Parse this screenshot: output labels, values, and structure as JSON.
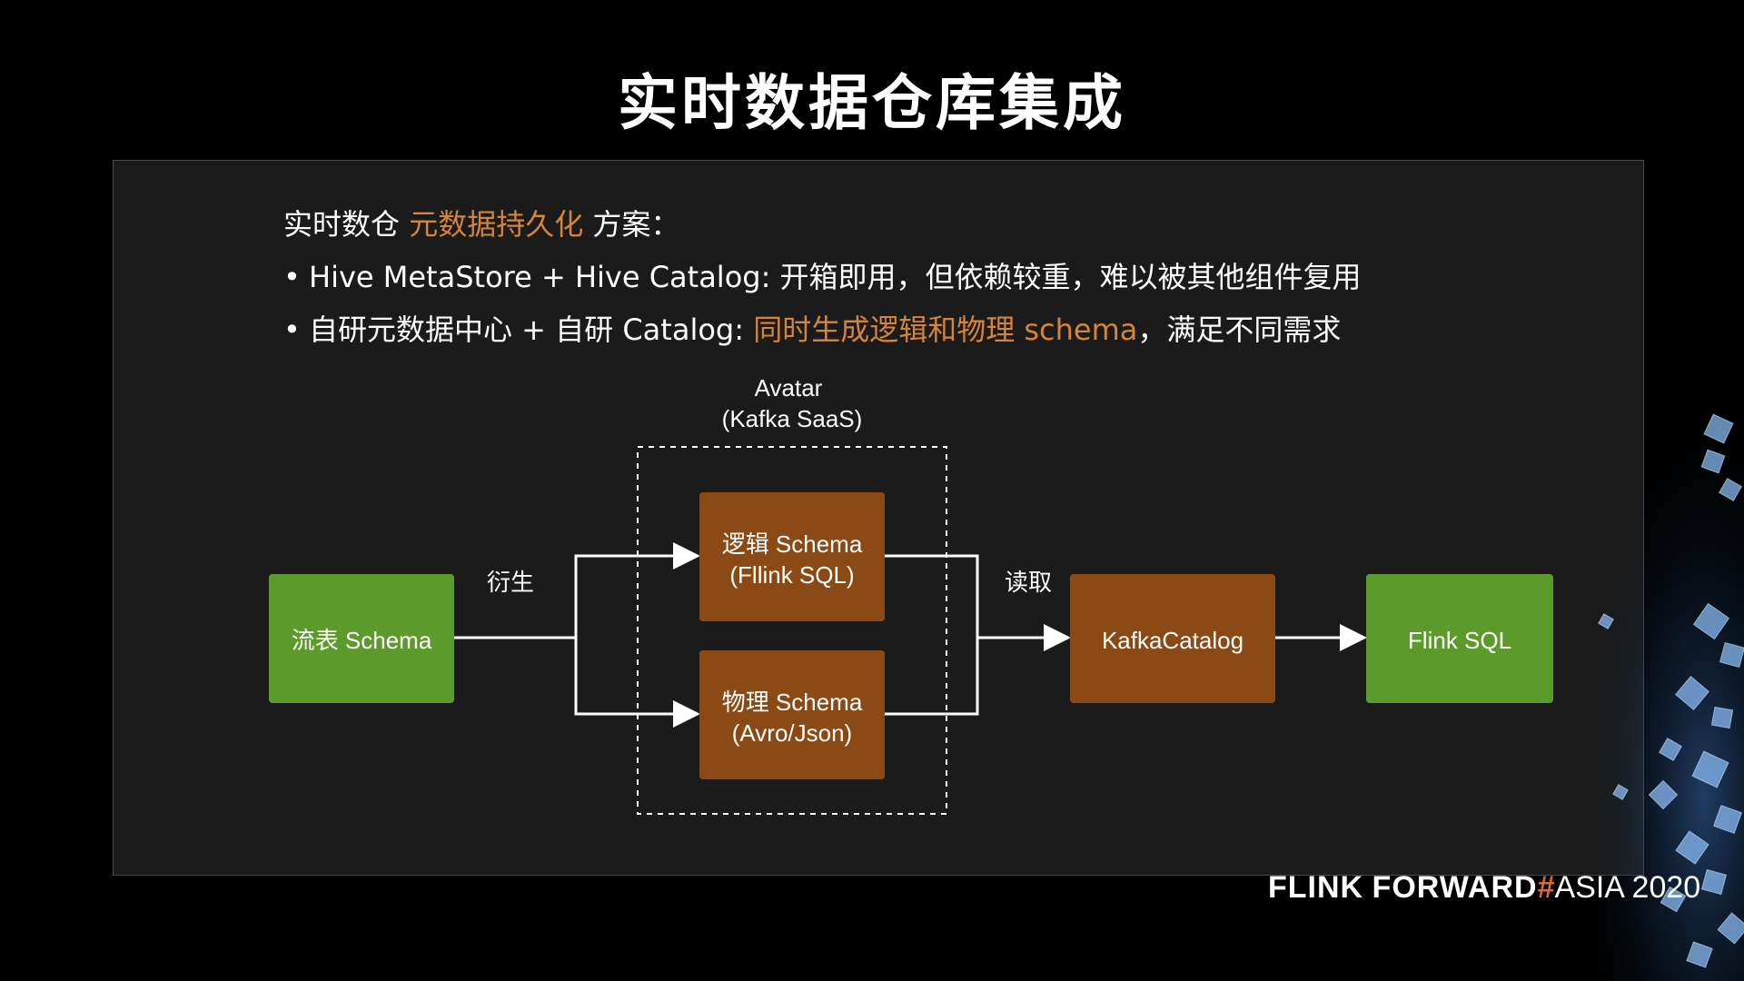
{
  "slide": {
    "title": "实时数据仓库集成"
  },
  "intro": {
    "prefix": "实时数仓 ",
    "highlight": "元数据持久化",
    "suffix": " 方案："
  },
  "bullets": [
    {
      "marker": "•",
      "text_before": "Hive MetaStore + Hive Catalog: 开箱即用，但依赖较重，难以被其他组件复用",
      "highlight": "",
      "text_after": ""
    },
    {
      "marker": "•",
      "text_before": "自研元数据中心 + 自研 Catalog: ",
      "highlight": "同时生成逻辑和物理 schema",
      "text_after": "，满足不同需求"
    }
  ],
  "diagram": {
    "group_label_line1": "Avatar",
    "group_label_line2": "(Kafka SaaS)",
    "nodes": {
      "source": "流表 Schema",
      "logical_line1": "逻辑 Schema",
      "logical_line2": "(Fllink SQL)",
      "physical_line1": "物理 Schema",
      "physical_line2": "(Avro/Json)",
      "catalog": "KafkaCatalog",
      "sink": "Flink SQL"
    },
    "edges": {
      "derive": "衍生",
      "read": "读取"
    },
    "colors": {
      "green": "#5d9a2c",
      "brown": "#8b4a15",
      "accent": "#d6843a"
    }
  },
  "footer": {
    "brand_part1": "FLINK",
    "brand_part2": "FORWARD",
    "hash": "#",
    "event": "ASIA 2020"
  }
}
